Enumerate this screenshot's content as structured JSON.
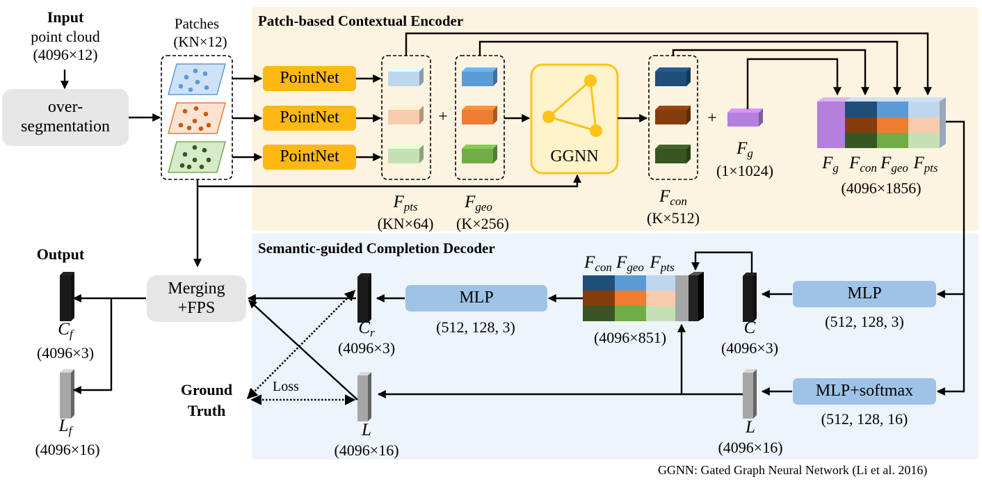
{
  "input": {
    "title": "Input",
    "line1": "point cloud",
    "line2": "(4096×12)"
  },
  "overseg": {
    "line1": "over-",
    "line2": "segmentation"
  },
  "patches": {
    "title": "Patches",
    "dims": "(KN×12)"
  },
  "encoder": {
    "title": "Patch-based Contextual Encoder"
  },
  "decoder": {
    "title": "Semantic-guided Completion Decoder"
  },
  "pointnet": {
    "label": "PointNet"
  },
  "plus": "+",
  "ggnn": {
    "label": "GGNN"
  },
  "features": {
    "pts": {
      "base": "F",
      "sub": "pts",
      "dims": "(KN×64)"
    },
    "geo": {
      "base": "F",
      "sub": "geo",
      "dims": "(K×256)"
    },
    "con": {
      "base": "F",
      "sub": "con",
      "dims": "(K×512)"
    },
    "g": {
      "base": "F",
      "sub": "g",
      "dims": "(1×1024)"
    },
    "concat_dims": "(4096×1856)",
    "concat2_dims": "(4096×851)"
  },
  "mlp_top": {
    "label": "MLP",
    "params": "(512, 128, 3)"
  },
  "mlp_mid": {
    "label": "MLP",
    "params": "(512, 128, 3)"
  },
  "mlp_softmax": {
    "label": "MLP+softmax",
    "params": "(512, 128, 16)"
  },
  "C": {
    "label": "C",
    "dims": "(4096×3)"
  },
  "Cr": {
    "base": "C",
    "sub": "r",
    "dims": "(4096×3)"
  },
  "L": {
    "label": "L",
    "dims": "(4096×16)"
  },
  "Lmid": {
    "label": "L",
    "dims": "(4096×16)"
  },
  "merge": {
    "line1": "Merging",
    "line2": "+FPS"
  },
  "output": {
    "title": "Output"
  },
  "Cf": {
    "base": "C",
    "sub": "f",
    "dims": "(4096×3)"
  },
  "Lf": {
    "base": "L",
    "sub": "f",
    "dims": "(4096×16)"
  },
  "ground_truth": {
    "line1": "Ground",
    "line2": "Truth"
  },
  "loss": "Loss",
  "footnote": "GGNN: Gated Graph Neural Network (Li et al. 2016)",
  "colors": {
    "encoder_bg": "#fdf3e1",
    "decoder_bg": "#eef4fb",
    "pointnet": "#fdb813",
    "mlp": "#9ec3e6",
    "ggnn_fill": "#fff3cc",
    "ggnn_stroke": "#fcc419",
    "fg": "#b57fdc",
    "con": "#1f4e79",
    "geo": "#5b9bd5",
    "pts": "#bdd7ee",
    "con_mid": "#843c0c",
    "geo_mid": "#ed7d31",
    "pts_mid": "#f8cbad",
    "con_bot": "#375623",
    "geo_bot": "#70ad47",
    "pts_bot": "#c5e0b4"
  },
  "icons": [
    "patch-blue-icon",
    "patch-orange-icon",
    "patch-green-icon",
    "graph-icon",
    "cuboid-icon"
  ]
}
